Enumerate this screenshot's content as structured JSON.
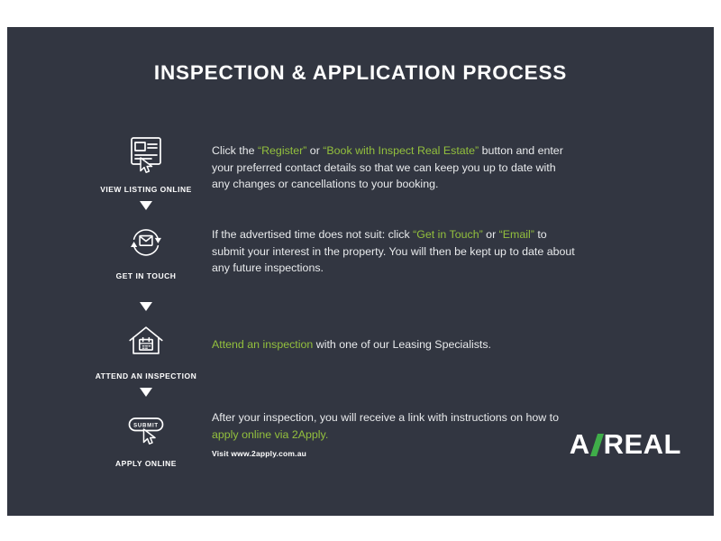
{
  "colors": {
    "background": "#323641",
    "accent": "#93c03d",
    "text": "#e8eaec",
    "logo_green": "#3fae49"
  },
  "header": {
    "title": "INSPECTION & APPLICATION PROCESS"
  },
  "steps": [
    {
      "label": "VIEW LISTING ONLINE",
      "icon": "view-listing-icon",
      "segments": [
        {
          "text": "Click the ",
          "accent": false
        },
        {
          "text": "“Register”",
          "accent": true
        },
        {
          "text": " or ",
          "accent": false
        },
        {
          "text": "“Book with Inspect Real Estate”",
          "accent": true
        },
        {
          "text": " button and enter your preferred contact details so that we can keep you up to date with any changes or cancellations to your booking.",
          "accent": false
        }
      ]
    },
    {
      "label": "GET IN TOUCH",
      "icon": "get-in-touch-icon",
      "segments": [
        {
          "text": "If the advertised time does not suit: click ",
          "accent": false
        },
        {
          "text": "“Get in Touch”",
          "accent": true
        },
        {
          "text": " or ",
          "accent": false
        },
        {
          "text": "“Email”",
          "accent": true
        },
        {
          "text": " to submit your interest in the property. You will then be kept up to date about any future inspections.",
          "accent": false
        }
      ]
    },
    {
      "label": "ATTEND AN INSPECTION",
      "icon": "house-calendar-icon",
      "segments": [
        {
          "text": "Attend an inspection",
          "accent": true
        },
        {
          "text": " with one of our Leasing Specialists.",
          "accent": false
        }
      ]
    },
    {
      "label": "APPLY ONLINE",
      "icon": "submit-button-icon",
      "icon_label": "SUBMIT",
      "segments": [
        {
          "text": "After your inspection, you will receive a link with instructions on how to ",
          "accent": false
        },
        {
          "text": "apply online via 2Apply.",
          "accent": true
        }
      ],
      "note": "Visit www.2apply.com.au"
    }
  ],
  "logo": {
    "prefix": "A",
    "suffix": "REAL"
  }
}
